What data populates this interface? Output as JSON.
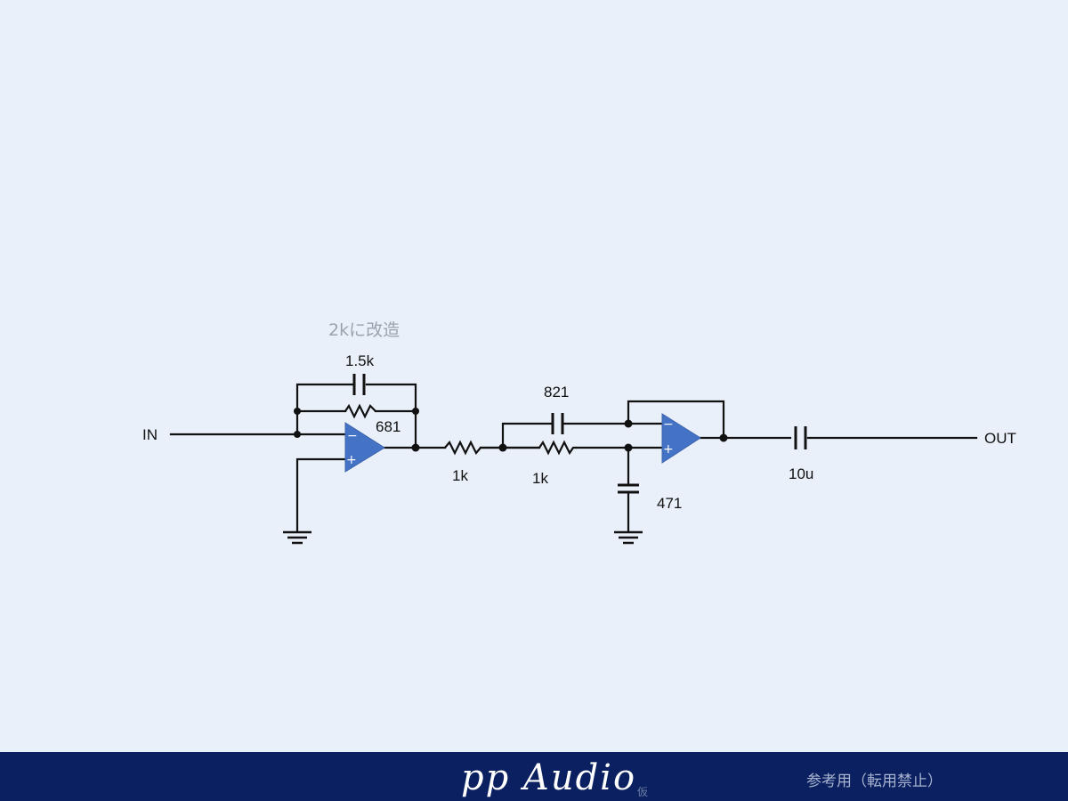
{
  "diagram": {
    "annotation_note": "2kに改造",
    "labels": {
      "input": "IN",
      "output": "OUT",
      "c_feedback": "1.5k",
      "r_feedback": "681",
      "r_series_1": "1k",
      "r_series_2": "1k",
      "c_feedback_2": "821",
      "c_shunt": "471",
      "c_output": "10u"
    },
    "opamp_symbols": {
      "inverting": "−",
      "non_inverting": "+"
    },
    "colors": {
      "opamp_fill": "#4472c4",
      "wire": "#111111",
      "annotation": "#9aa3ad"
    }
  },
  "footer": {
    "brand": "pp Audio",
    "brand_mark": "仮",
    "note": "参考用（転用禁止）",
    "background": "#0b2060"
  }
}
